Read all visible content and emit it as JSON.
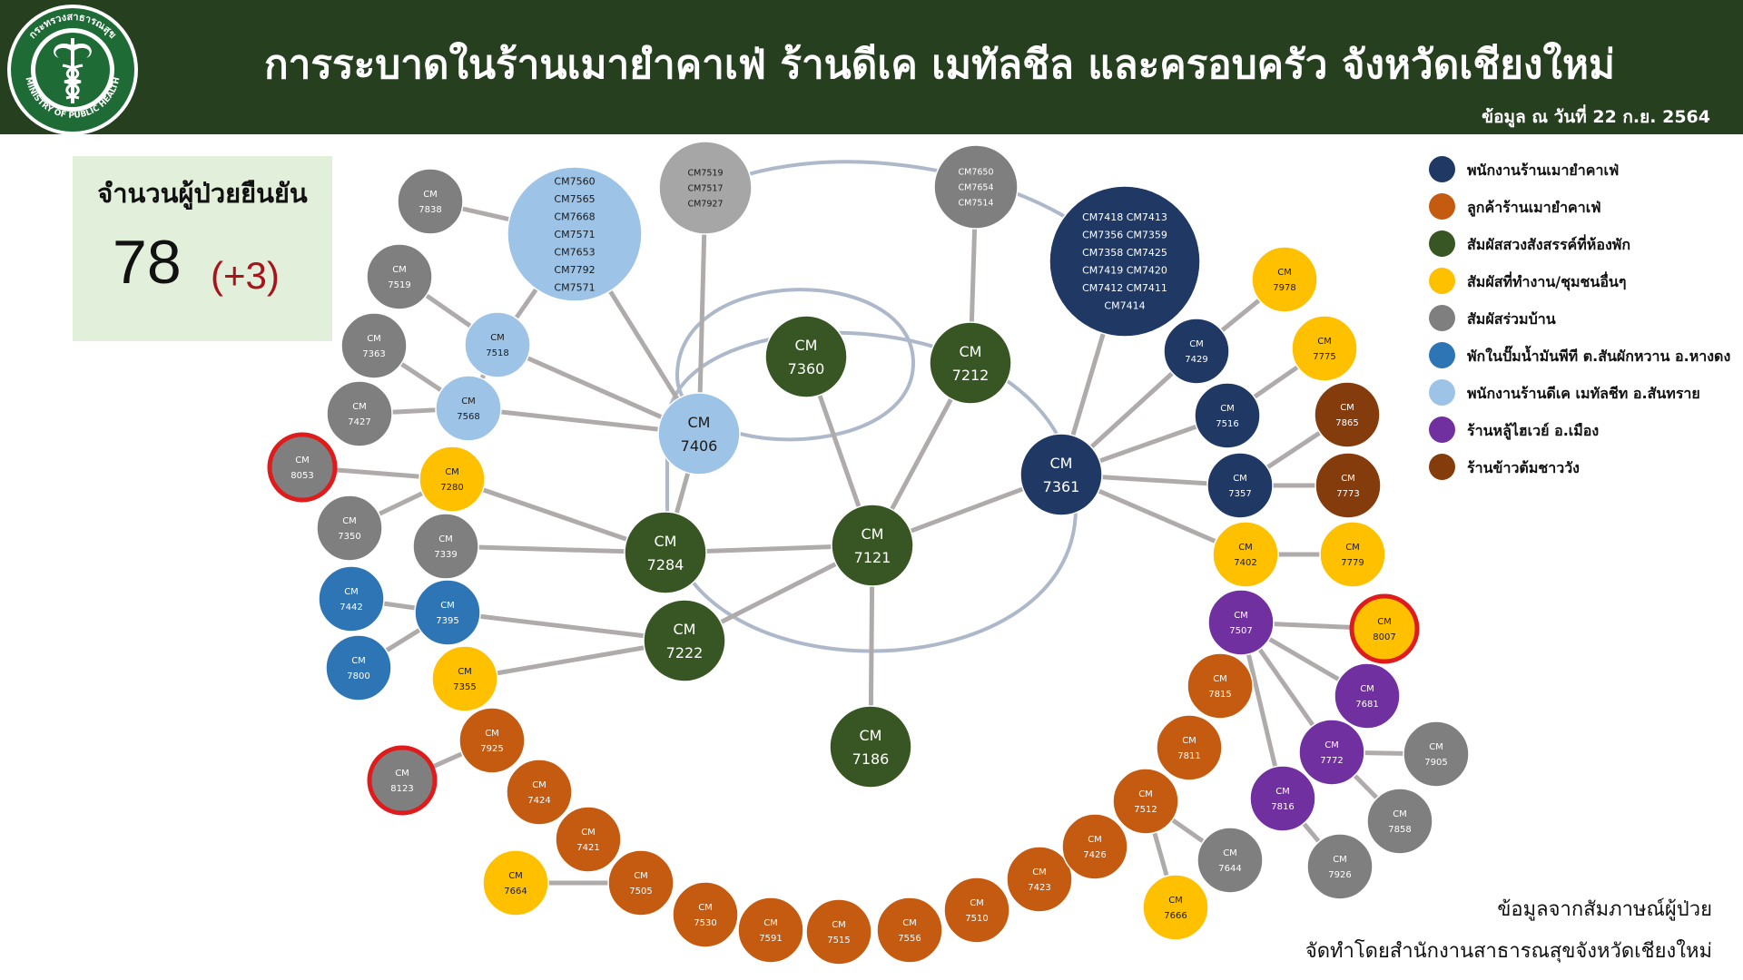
{
  "header": {
    "title": "การระบาดในร้านเมายำคาเฟ่ ร้านดีเค เมทัลชีล และครอบครัว จังหวัดเชียงใหม่",
    "date": "ข้อมูล ณ วันที่ 22 ก.ย. 2564",
    "logo": {
      "icon": "ministry-of-public-health-seal",
      "text_top": "กระทรวงสาธารณสุข",
      "text_bottom": "MINISTRY OF PUBLIC HEALTH",
      "colors": {
        "ring": "#1e6b35",
        "inner": "#ffffff"
      }
    }
  },
  "summary": {
    "label": "จำนวนผู้ป่วยยืนยัน",
    "total": "78",
    "new": "(+3)"
  },
  "footer": {
    "source": "ข้อมูลจากสัมภาษณ์ผู้ป่วย",
    "credit": "จัดทำโดยสำนักงานสาธารณสุขจังหวัดเชียงใหม่"
  },
  "legend": [
    {
      "category": "cafe_staff",
      "label": "พนักงานร้านเมายำคาเฟ่",
      "color": "#1f3864"
    },
    {
      "category": "cafe_customer",
      "label": "ลูกค้าร้านเมายำคาเฟ่",
      "color": "#c55a11"
    },
    {
      "category": "party",
      "label": "สัมผัสสวงสังสรรค์ที่ห้องพัก",
      "color": "#375623"
    },
    {
      "category": "work",
      "label": "สัมผัสที่ทำงาน/ชุมชนอื่นๆ",
      "color": "#ffc000"
    },
    {
      "category": "household",
      "label": "สัมผัสร่วมบ้าน",
      "color": "#7f7f7f"
    },
    {
      "category": "gas_station",
      "label": "พักในปั๊มน้ำมันพีที ต.สันผักหวาน อ.หางดง",
      "color": "#2e75b6"
    },
    {
      "category": "dk_staff",
      "label": "พนักงานร้านดีเค เมทัลชีท อ.สันทราย",
      "color": "#9dc3e6"
    },
    {
      "category": "hotpot",
      "label": "ร้านหลู้ไฮเวย์ อ.เมือง",
      "color": "#7030a0"
    },
    {
      "category": "rice_soup",
      "label": "ร้านข้าวต้มชาววัง",
      "color": "#843c0c"
    }
  ],
  "colors": {
    "cafe_staff": "#1f3864",
    "cafe_customer": "#c55a11",
    "party": "#375623",
    "work": "#ffc000",
    "household": "#7f7f7f",
    "gas_station": "#2e75b6",
    "dk_staff": "#9dc3e6",
    "hotpot": "#7030a0",
    "rice_soup": "#843c0c",
    "group_gray": "#a6a6a6",
    "new_case_ring": "#e01b1b",
    "link": "#afabab",
    "ring": "#adb9ca"
  },
  "nodes": [
    {
      "id": "7406",
      "lines": [
        "CM",
        "7406"
      ],
      "category": "dk_staff"
    },
    {
      "id": "G1",
      "lines": [
        "CM7560",
        "CM7565",
        "CM7668",
        "CM7571",
        "CM7653",
        "CM7792",
        "CM7571"
      ],
      "category": "dk_staff"
    },
    {
      "id": "G2",
      "lines": [
        "CM7519",
        "CM7517",
        "CM7927"
      ],
      "category": "group_gray"
    },
    {
      "id": "7838",
      "lines": [
        "CM",
        "7838"
      ],
      "category": "household"
    },
    {
      "id": "7519",
      "lines": [
        "CM",
        "7519"
      ],
      "category": "household"
    },
    {
      "id": "7363",
      "lines": [
        "CM",
        "7363"
      ],
      "category": "household"
    },
    {
      "id": "7427",
      "lines": [
        "CM",
        "7427"
      ],
      "category": "household"
    },
    {
      "id": "7518",
      "lines": [
        "CM",
        "7518"
      ],
      "category": "dk_staff"
    },
    {
      "id": "7568",
      "lines": [
        "CM",
        "7568"
      ],
      "category": "dk_staff"
    },
    {
      "id": "8053",
      "lines": [
        "CM",
        "8053"
      ],
      "category": "household",
      "new_case": true
    },
    {
      "id": "7280",
      "lines": [
        "CM",
        "7280"
      ],
      "category": "work"
    },
    {
      "id": "7350",
      "lines": [
        "CM",
        "7350"
      ],
      "category": "household"
    },
    {
      "id": "7339",
      "lines": [
        "CM",
        "7339"
      ],
      "category": "household"
    },
    {
      "id": "7442",
      "lines": [
        "CM",
        "7442"
      ],
      "category": "gas_station"
    },
    {
      "id": "7395",
      "lines": [
        "CM",
        "7395"
      ],
      "category": "gas_station"
    },
    {
      "id": "7800",
      "lines": [
        "CM",
        "7800"
      ],
      "category": "gas_station"
    },
    {
      "id": "7355",
      "lines": [
        "CM",
        "7355"
      ],
      "category": "work"
    },
    {
      "id": "7925",
      "lines": [
        "CM",
        "7925"
      ],
      "category": "cafe_customer"
    },
    {
      "id": "8123",
      "lines": [
        "CM",
        "8123"
      ],
      "category": "household",
      "new_case": true
    },
    {
      "id": "7424",
      "lines": [
        "CM",
        "7424"
      ],
      "category": "cafe_customer"
    },
    {
      "id": "7421",
      "lines": [
        "CM",
        "7421"
      ],
      "category": "cafe_customer"
    },
    {
      "id": "7664",
      "lines": [
        "CM",
        "7664"
      ],
      "category": "work"
    },
    {
      "id": "7505",
      "lines": [
        "CM",
        "7505"
      ],
      "category": "cafe_customer"
    },
    {
      "id": "7530",
      "lines": [
        "CM",
        "7530"
      ],
      "category": "cafe_customer"
    },
    {
      "id": "7591",
      "lines": [
        "CM",
        "7591"
      ],
      "category": "cafe_customer"
    },
    {
      "id": "7515",
      "lines": [
        "CM",
        "7515"
      ],
      "category": "cafe_customer"
    },
    {
      "id": "7556",
      "lines": [
        "CM",
        "7556"
      ],
      "category": "cafe_customer"
    },
    {
      "id": "7510",
      "lines": [
        "CM",
        "7510"
      ],
      "category": "cafe_customer"
    },
    {
      "id": "7423",
      "lines": [
        "CM",
        "7423"
      ],
      "category": "cafe_customer"
    },
    {
      "id": "7426",
      "lines": [
        "CM",
        "7426"
      ],
      "category": "cafe_customer"
    },
    {
      "id": "7512",
      "lines": [
        "CM",
        "7512"
      ],
      "category": "cafe_customer"
    },
    {
      "id": "7666",
      "lines": [
        "CM",
        "7666"
      ],
      "category": "work"
    },
    {
      "id": "7644",
      "lines": [
        "CM",
        "7644"
      ],
      "category": "household"
    },
    {
      "id": "7811",
      "lines": [
        "CM",
        "7811"
      ],
      "category": "cafe_customer"
    },
    {
      "id": "7815",
      "lines": [
        "CM",
        "7815"
      ],
      "category": "cafe_customer"
    },
    {
      "id": "7284",
      "lines": [
        "CM",
        "7284"
      ],
      "category": "party"
    },
    {
      "id": "7222",
      "lines": [
        "CM",
        "7222"
      ],
      "category": "party"
    },
    {
      "id": "7360",
      "lines": [
        "CM",
        "7360"
      ],
      "category": "party"
    },
    {
      "id": "7212",
      "lines": [
        "CM",
        "7212"
      ],
      "category": "party"
    },
    {
      "id": "7121",
      "lines": [
        "CM",
        "7121"
      ],
      "category": "party"
    },
    {
      "id": "7186",
      "lines": [
        "CM",
        "7186"
      ],
      "category": "party"
    },
    {
      "id": "G3",
      "lines": [
        "CM7650",
        "CM7654",
        "CM7514"
      ],
      "category": "household"
    },
    {
      "id": "G4",
      "lines": [
        "CM7418 CM7413",
        "CM7356 CM7359",
        "CM7358 CM7425",
        "CM7419 CM7420",
        "CM7412 CM7411",
        "CM7414"
      ],
      "category": "cafe_staff"
    },
    {
      "id": "7361",
      "lines": [
        "CM",
        "7361"
      ],
      "category": "cafe_staff"
    },
    {
      "id": "7429",
      "lines": [
        "CM",
        "7429"
      ],
      "category": "cafe_staff"
    },
    {
      "id": "7516",
      "lines": [
        "CM",
        "7516"
      ],
      "category": "cafe_staff"
    },
    {
      "id": "7357",
      "lines": [
        "CM",
        "7357"
      ],
      "category": "cafe_staff"
    },
    {
      "id": "7978",
      "lines": [
        "CM",
        "7978"
      ],
      "category": "work"
    },
    {
      "id": "7775",
      "lines": [
        "CM",
        "7775"
      ],
      "category": "work"
    },
    {
      "id": "7865",
      "lines": [
        "CM",
        "7865"
      ],
      "category": "rice_soup"
    },
    {
      "id": "7773",
      "lines": [
        "CM",
        "7773"
      ],
      "category": "rice_soup"
    },
    {
      "id": "7402",
      "lines": [
        "CM",
        "7402"
      ],
      "category": "work"
    },
    {
      "id": "7779",
      "lines": [
        "CM",
        "7779"
      ],
      "category": "work"
    },
    {
      "id": "7507",
      "lines": [
        "CM",
        "7507"
      ],
      "category": "hotpot"
    },
    {
      "id": "8007",
      "lines": [
        "CM",
        "8007"
      ],
      "category": "work",
      "new_case": true
    },
    {
      "id": "7681",
      "lines": [
        "CM",
        "7681"
      ],
      "category": "hotpot"
    },
    {
      "id": "7772",
      "lines": [
        "CM",
        "7772"
      ],
      "category": "hotpot"
    },
    {
      "id": "7816",
      "lines": [
        "CM",
        "7816"
      ],
      "category": "hotpot"
    },
    {
      "id": "7905",
      "lines": [
        "CM",
        "7905"
      ],
      "category": "household"
    },
    {
      "id": "7858",
      "lines": [
        "CM",
        "7858"
      ],
      "category": "household"
    },
    {
      "id": "7926",
      "lines": [
        "CM",
        "7926"
      ],
      "category": "household"
    }
  ],
  "links": [
    [
      "7406",
      "G1"
    ],
    [
      "7406",
      "G2"
    ],
    [
      "7406",
      "7518"
    ],
    [
      "7406",
      "7568"
    ],
    [
      "7406",
      "7284"
    ],
    [
      "G1",
      "7838"
    ],
    [
      "G1",
      "7518"
    ],
    [
      "7519",
      "7518"
    ],
    [
      "7363",
      "7568"
    ],
    [
      "7427",
      "7568"
    ],
    [
      "7518",
      "7568"
    ],
    [
      "8053",
      "7280"
    ],
    [
      "7350",
      "7280"
    ],
    [
      "7280",
      "7284"
    ],
    [
      "7339",
      "7284"
    ],
    [
      "7442",
      "7395"
    ],
    [
      "7800",
      "7395"
    ],
    [
      "7395",
      "7222"
    ],
    [
      "7355",
      "7222"
    ],
    [
      "7925",
      "8123"
    ],
    [
      "7664",
      "7505"
    ],
    [
      "7284",
      "7121"
    ],
    [
      "7222",
      "7121"
    ],
    [
      "7360",
      "7121"
    ],
    [
      "7212",
      "7121"
    ],
    [
      "7121",
      "7186"
    ],
    [
      "7121",
      "7361"
    ],
    [
      "G3",
      "7212"
    ],
    [
      "G4",
      "7361"
    ],
    [
      "7361",
      "7429"
    ],
    [
      "7361",
      "7516"
    ],
    [
      "7361",
      "7357"
    ],
    [
      "7361",
      "7402"
    ],
    [
      "7429",
      "7978"
    ],
    [
      "7516",
      "7775"
    ],
    [
      "7357",
      "7865"
    ],
    [
      "7357",
      "7773"
    ],
    [
      "7402",
      "7779"
    ],
    [
      "7507",
      "8007"
    ],
    [
      "7507",
      "7681"
    ],
    [
      "7507",
      "7772"
    ],
    [
      "7507",
      "7816"
    ],
    [
      "7772",
      "7905"
    ],
    [
      "7772",
      "7858"
    ],
    [
      "7816",
      "7926"
    ],
    [
      "7512",
      "7666"
    ],
    [
      "7512",
      "7644"
    ]
  ]
}
